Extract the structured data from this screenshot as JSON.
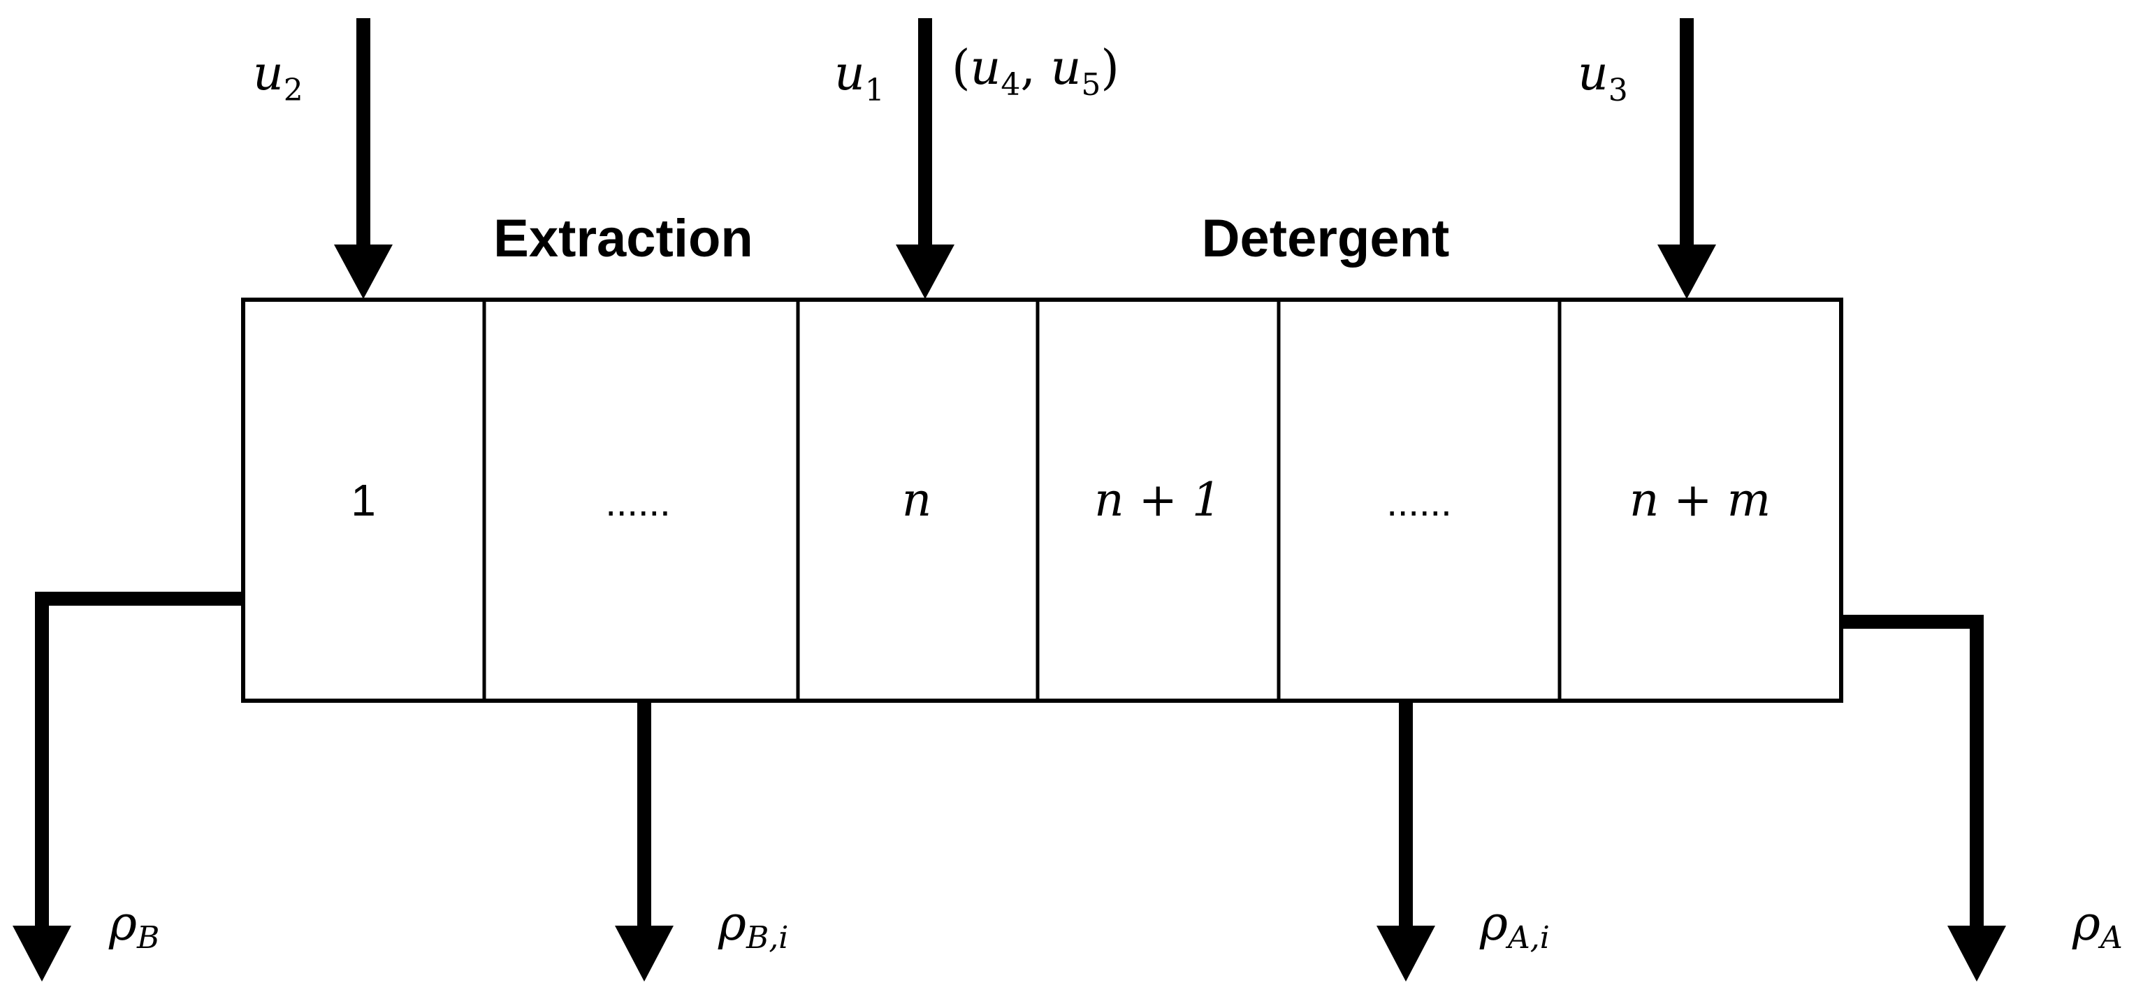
{
  "sections": {
    "extraction_label": "Extraction",
    "detergent_label": "Detergent"
  },
  "cells": [
    {
      "label": "1",
      "math": false
    },
    {
      "label": "......",
      "math": false
    },
    {
      "label": "n",
      "math": true
    },
    {
      "label": "n + 1",
      "math": true
    },
    {
      "label": "......",
      "math": false
    },
    {
      "label": "n + m",
      "math": true
    }
  ],
  "inputs": [
    {
      "main": "u",
      "sub": "2",
      "extra": ""
    },
    {
      "main": "u",
      "sub": "1",
      "extra": "(u4, u5)"
    },
    {
      "main": "u",
      "sub": "3",
      "extra": ""
    }
  ],
  "outputs": [
    {
      "main": "ρ",
      "sub": "B"
    },
    {
      "main": "ρ",
      "sub": "B,i"
    },
    {
      "main": "ρ",
      "sub": "A,i"
    },
    {
      "main": "ρ",
      "sub": "A"
    }
  ]
}
